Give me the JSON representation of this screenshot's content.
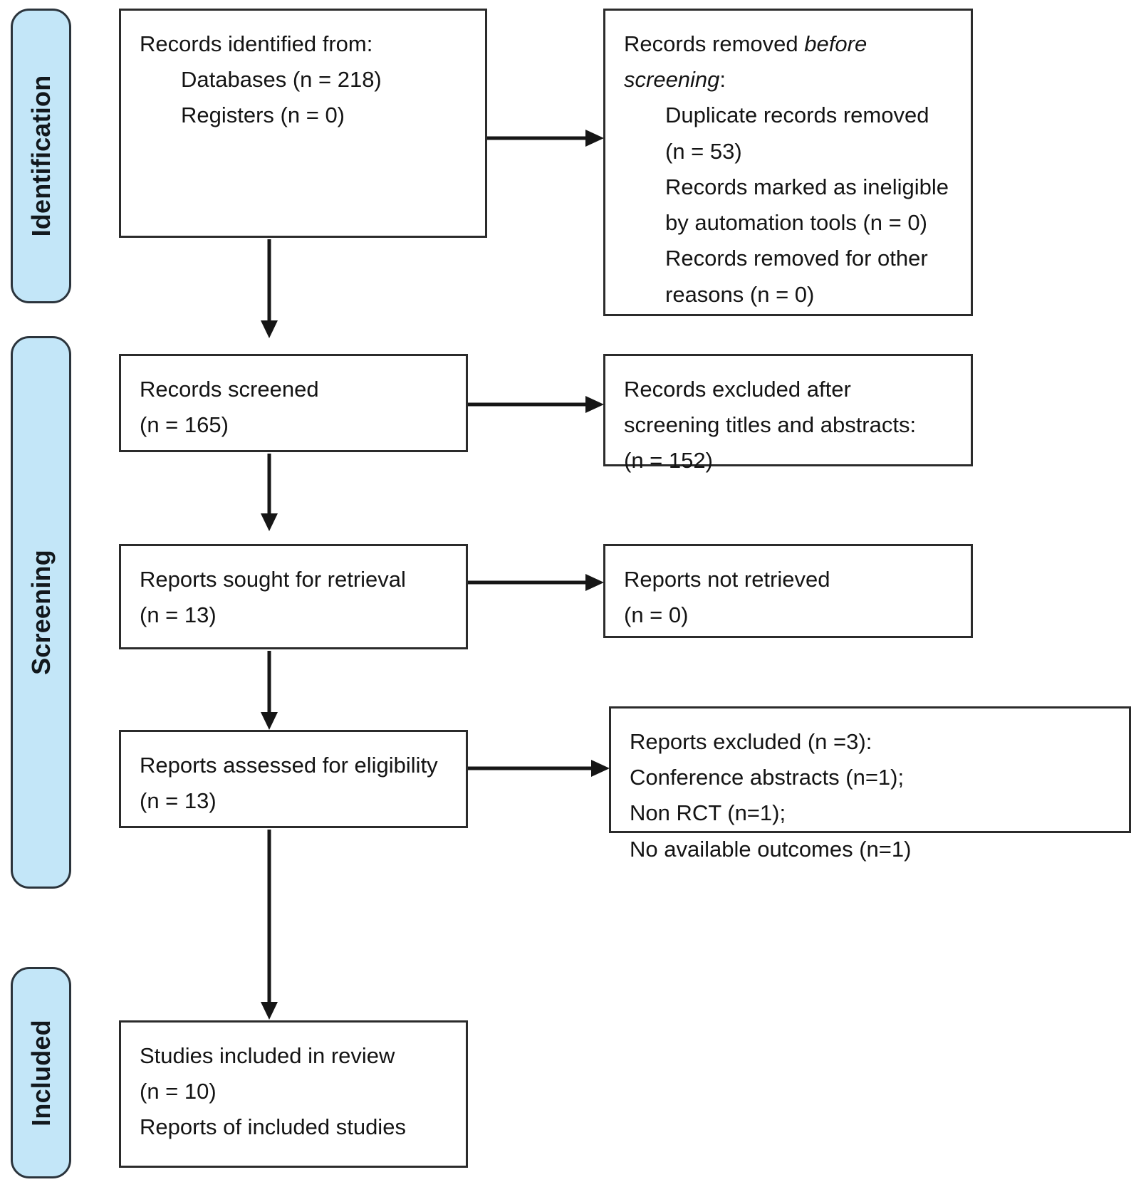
{
  "diagram": {
    "title": "PRISMA 2020 flow diagram",
    "accent_color": "#c3e6f8",
    "line_color": "#2b2b2b",
    "phases": [
      {
        "id": "identification",
        "label": "Identification"
      },
      {
        "id": "screening",
        "label": "Screening"
      },
      {
        "id": "included",
        "label": "Included"
      }
    ],
    "nodes": {
      "records_identified": {
        "title": "Records identified from:",
        "lines": [
          "Databases (n = 218)",
          "Registers (n = 0)"
        ]
      },
      "records_removed": {
        "title_plain": "Records removed ",
        "title_italic": "before screening",
        "title_suffix": ":",
        "lines": [
          "Duplicate records removed (n = 53)",
          "Records marked as ineligible by automation tools (n = 0)",
          "Records removed for other reasons (n = 0)"
        ]
      },
      "records_screened": {
        "lines": [
          "Records screened",
          "(n = 165)"
        ]
      },
      "records_excluded": {
        "lines": [
          "Records excluded after screening titles and abstracts:",
          "(n = 152)"
        ]
      },
      "reports_sought": {
        "lines": [
          "Reports sought for retrieval",
          "(n = 13)"
        ]
      },
      "reports_not_retrieved": {
        "lines": [
          "Reports not retrieved",
          "(n = 0)"
        ]
      },
      "reports_assessed": {
        "lines": [
          "Reports assessed for eligibility",
          "(n = 13)"
        ]
      },
      "reports_excluded": {
        "lines": [
          "Reports excluded (n =3):",
          "Conference abstracts (n=1);",
          "Non RCT (n=1);",
          "No available outcomes (n=1)"
        ]
      },
      "studies_included": {
        "lines": [
          "Studies included in review",
          "(n = 10)",
          "Reports of included studies"
        ]
      }
    },
    "counts": {
      "databases": 218,
      "registers": 0,
      "duplicates_removed": 53,
      "ineligible_automation": 0,
      "removed_other": 0,
      "records_screened": 165,
      "records_excluded": 152,
      "reports_sought": 13,
      "reports_not_retrieved": 0,
      "reports_assessed": 13,
      "reports_excluded_total": 3,
      "excluded_conference_abstracts": 1,
      "excluded_non_rct": 1,
      "excluded_no_outcomes": 1,
      "studies_included": 10
    }
  }
}
